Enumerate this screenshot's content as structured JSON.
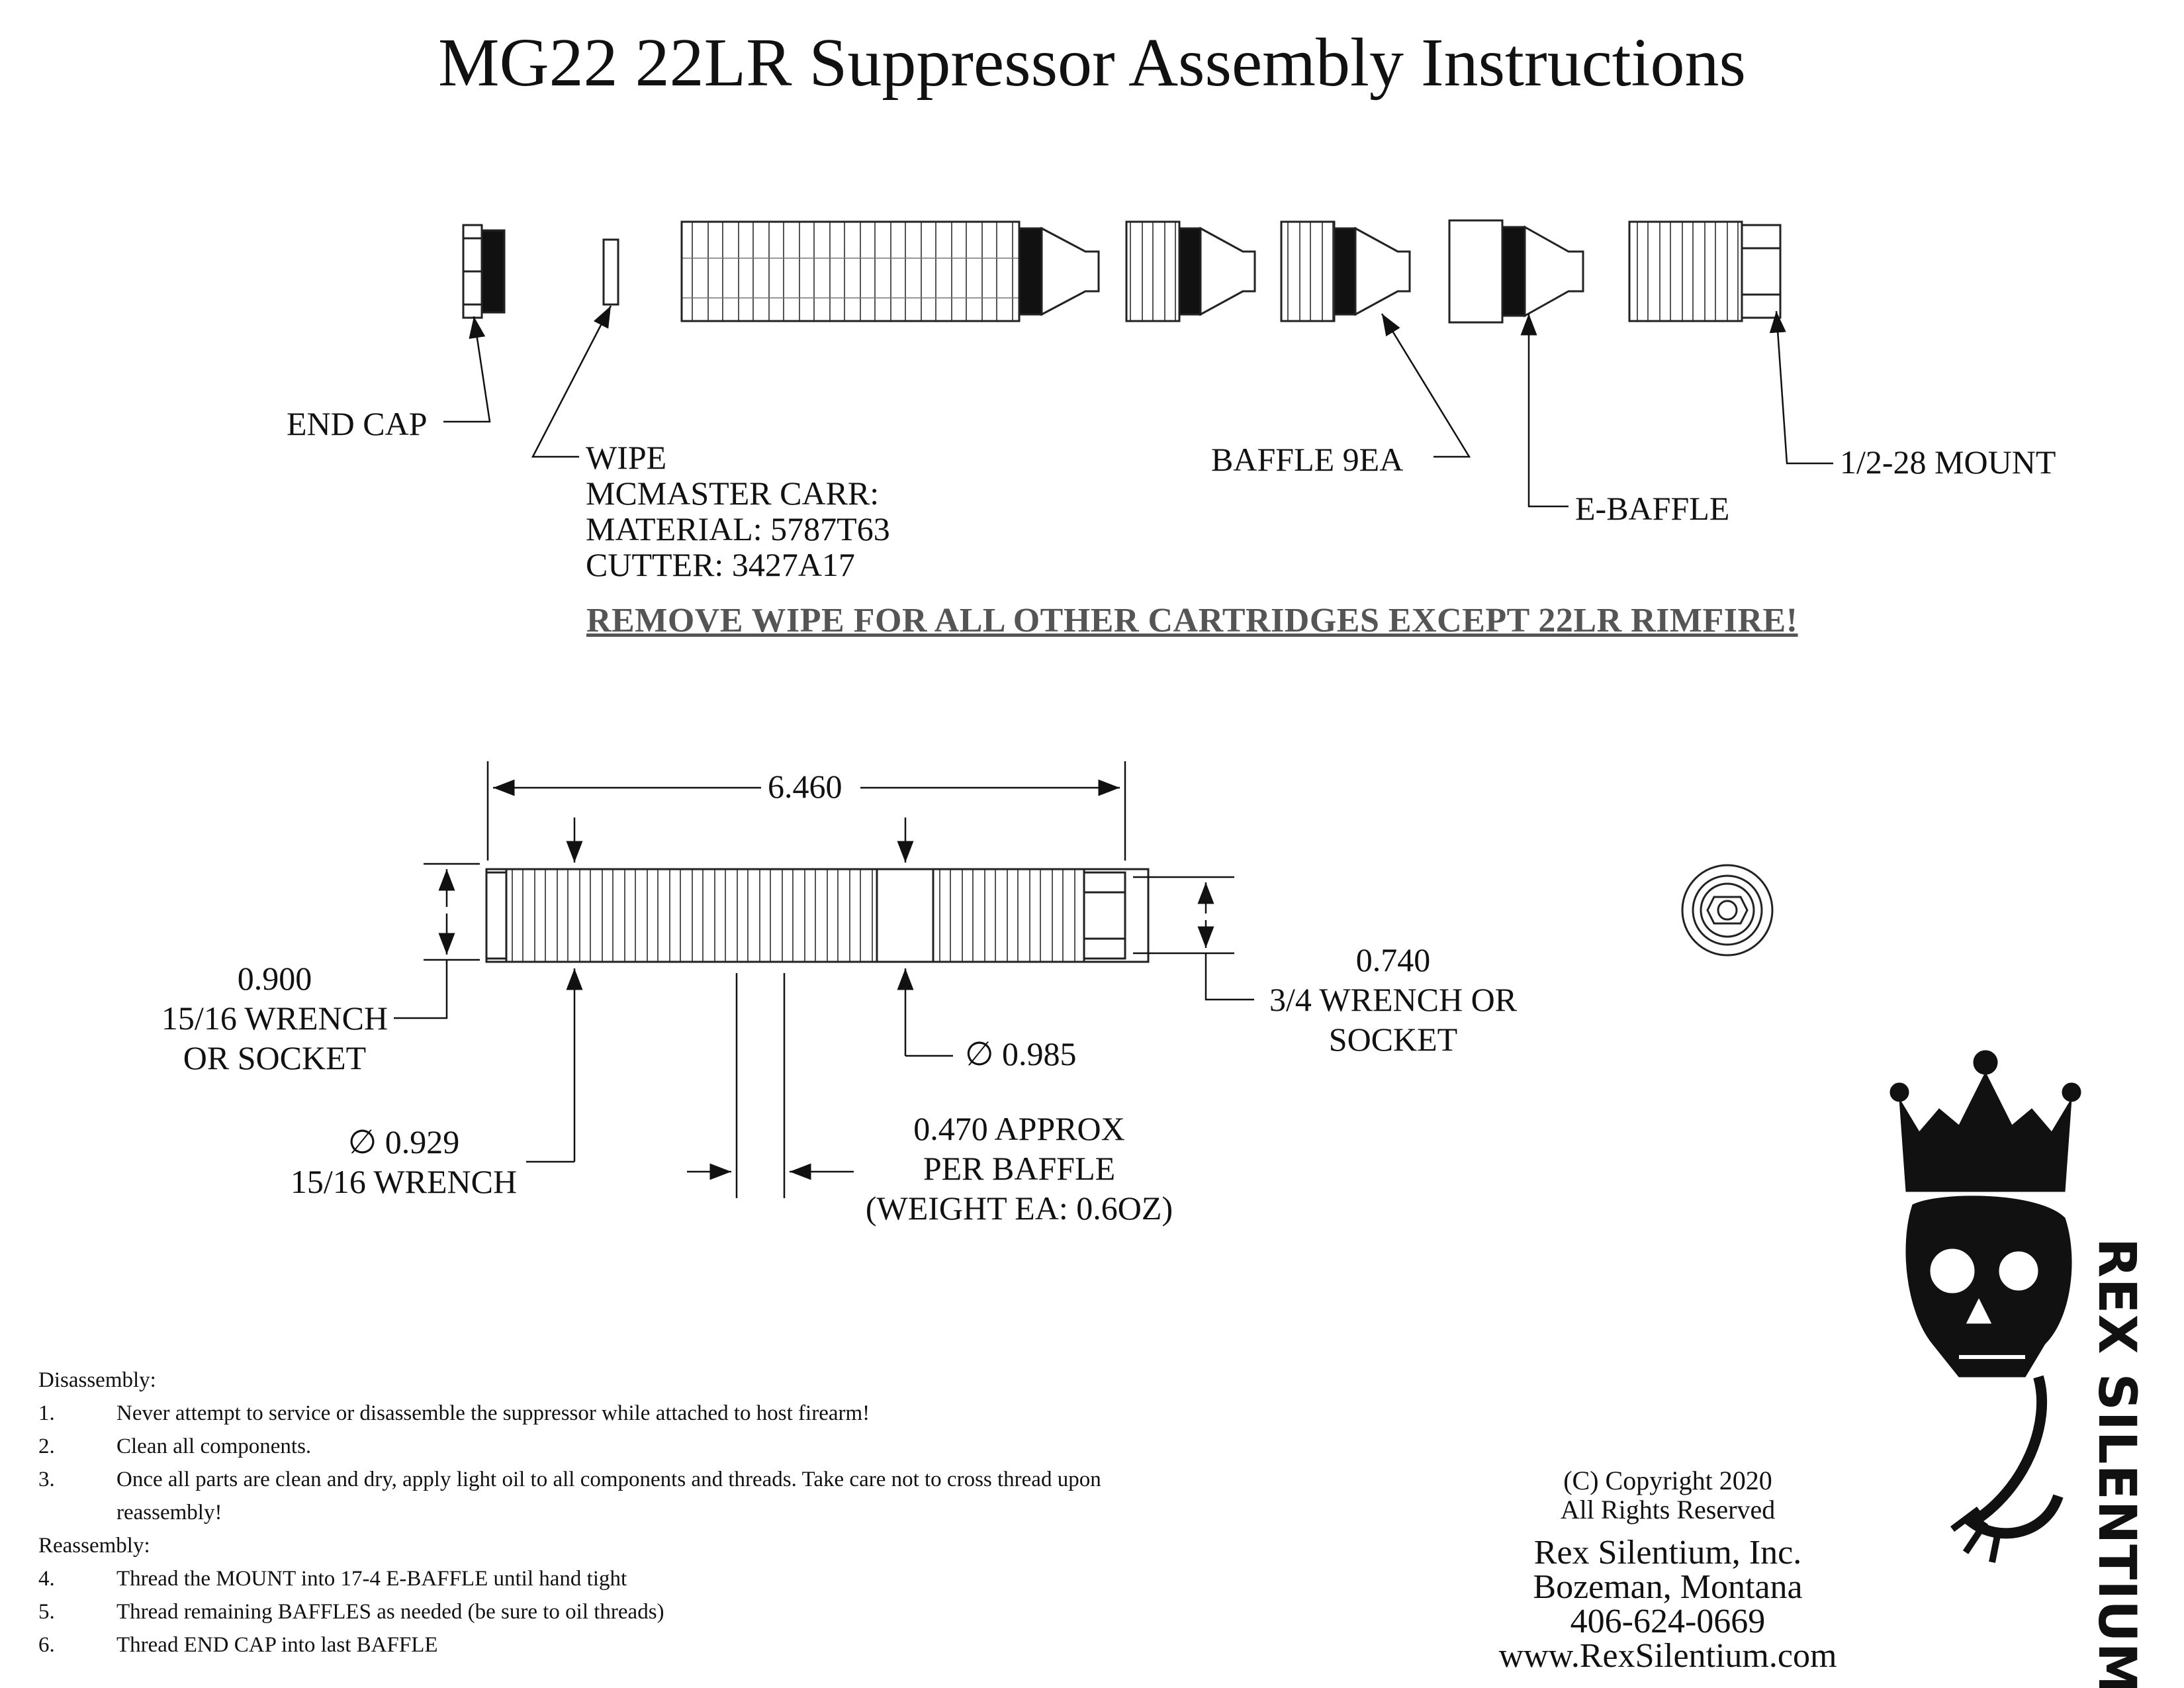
{
  "title": "MG22 22LR Suppressor Assembly Instructions",
  "exploded_view": {
    "labels": {
      "end_cap": "END CAP",
      "wipe": [
        "WIPE",
        "MCMASTER CARR:",
        "MATERIAL:  5787T63",
        "CUTTER:  3427A17"
      ],
      "baffle": "BAFFLE 9EA",
      "e_baffle": "E-BAFFLE",
      "mount": "1/2-28 MOUNT"
    },
    "warning": "REMOVE WIPE FOR ALL OTHER CARTRIDGES EXCEPT 22LR RIMFIRE!"
  },
  "dimensions": {
    "overall_length": "6.460",
    "end_cap_hex": [
      "0.900",
      "15/16 WRENCH",
      "OR SOCKET"
    ],
    "mount_hex": [
      "0.740",
      "3/4 WRENCH OR",
      "SOCKET"
    ],
    "body_dia": "∅ 0.985",
    "end_dia": [
      "∅ 0.929",
      "15/16 WRENCH"
    ],
    "baffle_len": [
      "0.470 APPROX",
      "PER BAFFLE",
      "(WEIGHT EA: 0.6OZ)"
    ]
  },
  "instructions": {
    "disassembly_heading": "Disassembly:",
    "disassembly": [
      {
        "num": "1.",
        "text": "Never attempt to service or disassemble the suppressor while attached to host firearm!"
      },
      {
        "num": "2.",
        "text": "Clean all components."
      },
      {
        "num": "3.",
        "text": "Once all parts are clean and dry, apply light oil to all components and threads.  Take care not to cross thread upon",
        "cont": "reassembly!"
      }
    ],
    "reassembly_heading": "Reassembly:",
    "reassembly": [
      {
        "num": "4.",
        "text": "Thread the MOUNT into 17-4 E-BAFFLE until hand tight"
      },
      {
        "num": "5.",
        "text": "Thread remaining BAFFLES as needed (be sure to oil threads)"
      },
      {
        "num": "6.",
        "text": "Thread END CAP into last BAFFLE"
      }
    ]
  },
  "footer": {
    "copyright": [
      "(C) Copyright 2020",
      "All Rights Reserved"
    ],
    "company": [
      "Rex Silentium, Inc.",
      "Bozeman, Montana",
      "406-624-0669",
      "www.RexSilentium.com"
    ]
  },
  "logo": {
    "text": "REX SILENTIUM",
    "icon": "crowned-skull-icon"
  }
}
